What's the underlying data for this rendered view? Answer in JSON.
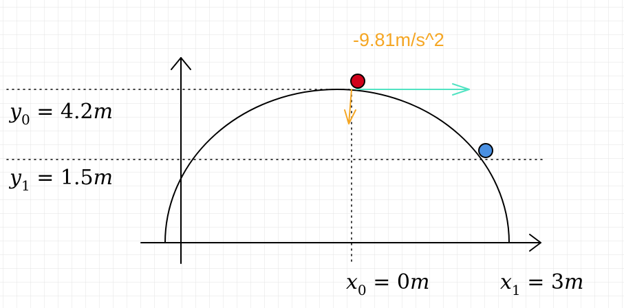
{
  "labels": {
    "y0": {
      "var": "y",
      "sub": "0",
      "rest": " = 4.2",
      "unit": "m"
    },
    "y1": {
      "var": "y",
      "sub": "1",
      "rest": " = 1.5",
      "unit": "m"
    },
    "x0": {
      "var": "x",
      "sub": "0",
      "rest": " = 0",
      "unit": "m"
    },
    "x1": {
      "var": "x",
      "sub": "1",
      "rest": " = 3",
      "unit": "m"
    },
    "acceleration": "-9.81m/s^2"
  },
  "colors": {
    "grid": "#e3e3e3",
    "red_ball": "#d0021b",
    "blue_ball": "#4a90e2",
    "velocity_arrow": "#50e3c2",
    "gravity_arrow": "#f5a623",
    "acceleration_text": "#f5a623"
  }
}
